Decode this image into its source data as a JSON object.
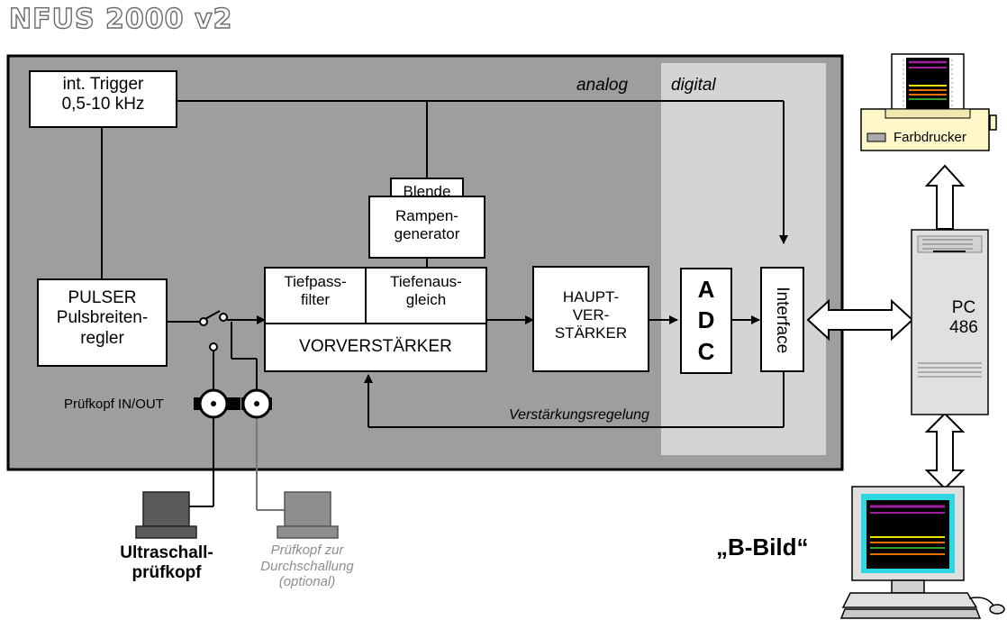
{
  "title": "NFUS 2000 v2",
  "labels": {
    "analog": "analog",
    "digital": "digital",
    "trigger_line1": "int. Trigger",
    "trigger_line2": "0,5-10 kHz",
    "blende": "Blende",
    "rampen_line1": "Rampen-",
    "rampen_line2": "generator",
    "pulser_line1": "PULSER",
    "pulser_line2": "Pulsbreiten-",
    "pulser_line3": "regler",
    "tiefpass_line1": "Tiefpass-",
    "tiefpass_line2": "filter",
    "tiefenaus_line1": "Tiefenaus-",
    "tiefenaus_line2": "gleich",
    "vorverstaerker": "VORVERSTÄRKER",
    "haupt_line1": "HAUPT-",
    "haupt_line2": "VER-",
    "haupt_line3": "STÄRKER",
    "adc_a": "A",
    "adc_d": "D",
    "adc_c": "C",
    "interface": "Interface",
    "verstaerkungsregelung": "Verstärkungsregelung",
    "pruefkopf_inout": "Prüfkopf IN/OUT",
    "ultraschall_line1": "Ultraschall-",
    "ultraschall_line2": "prüfkopf",
    "durch_line1": "Prüfkopf zur",
    "durch_line2": "Durchschallung",
    "durch_line3": "(optional)",
    "farbdrucker": "Farbdrucker",
    "pc_line1": "PC",
    "pc_line2": "486",
    "bbild": "„B-Bild“"
  },
  "colors": {
    "panel": "#9e9e9e",
    "digital_zone": "#d4d4d4",
    "probe_dark": "#5a5a5a",
    "probe_light": "#8e8e8e",
    "printer_body": "#fdf6c8",
    "screen": "#000000",
    "screen_frame": "#2fd8e0",
    "trace_purple": "#a020a0",
    "trace_yellow": "#e8e000",
    "trace_orange": "#e87000",
    "trace_green": "#30a030"
  },
  "icons": [
    "printer-icon",
    "pc-tower-icon",
    "monitor-icon",
    "probe-icon",
    "connector-icon"
  ]
}
